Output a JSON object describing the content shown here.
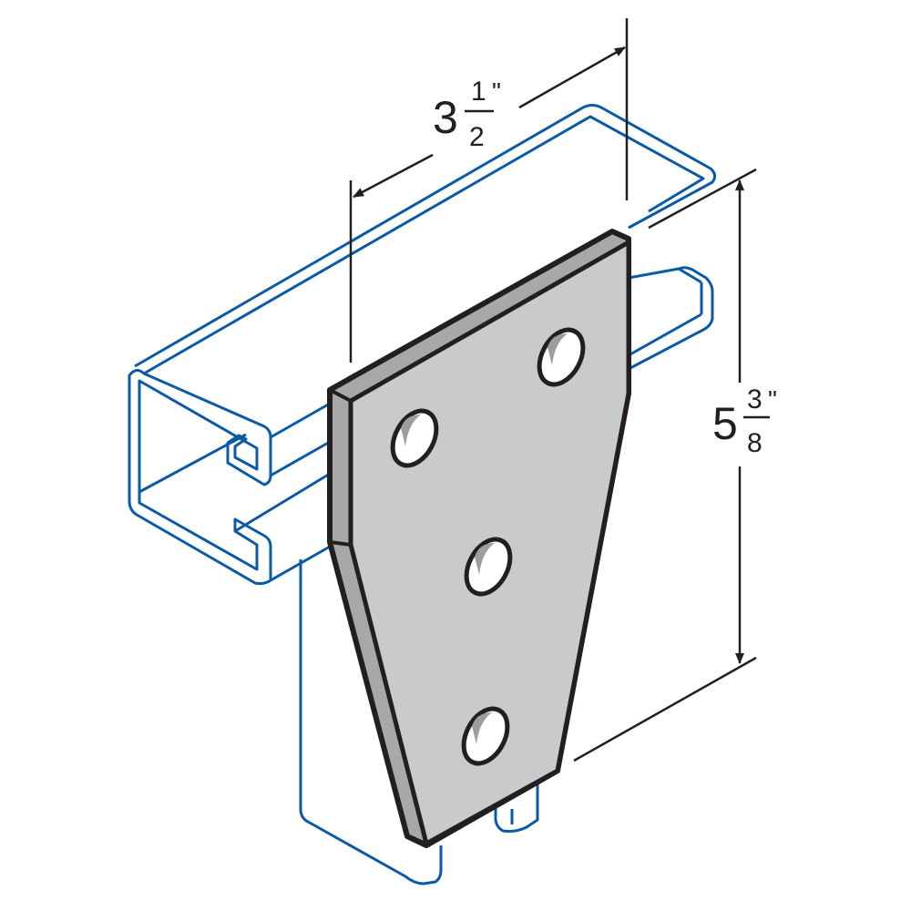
{
  "colors": {
    "channel": "#0b5aa6",
    "plate_face": "#c9cacc",
    "plate_edge": "#a7a8aa",
    "outline": "#231f20"
  },
  "width_dimension": {
    "whole": "3",
    "numerator": "1",
    "denominator": "2",
    "unit": "\""
  },
  "height_dimension": {
    "whole": "5",
    "numerator": "3",
    "denominator": "8",
    "unit": "\""
  }
}
